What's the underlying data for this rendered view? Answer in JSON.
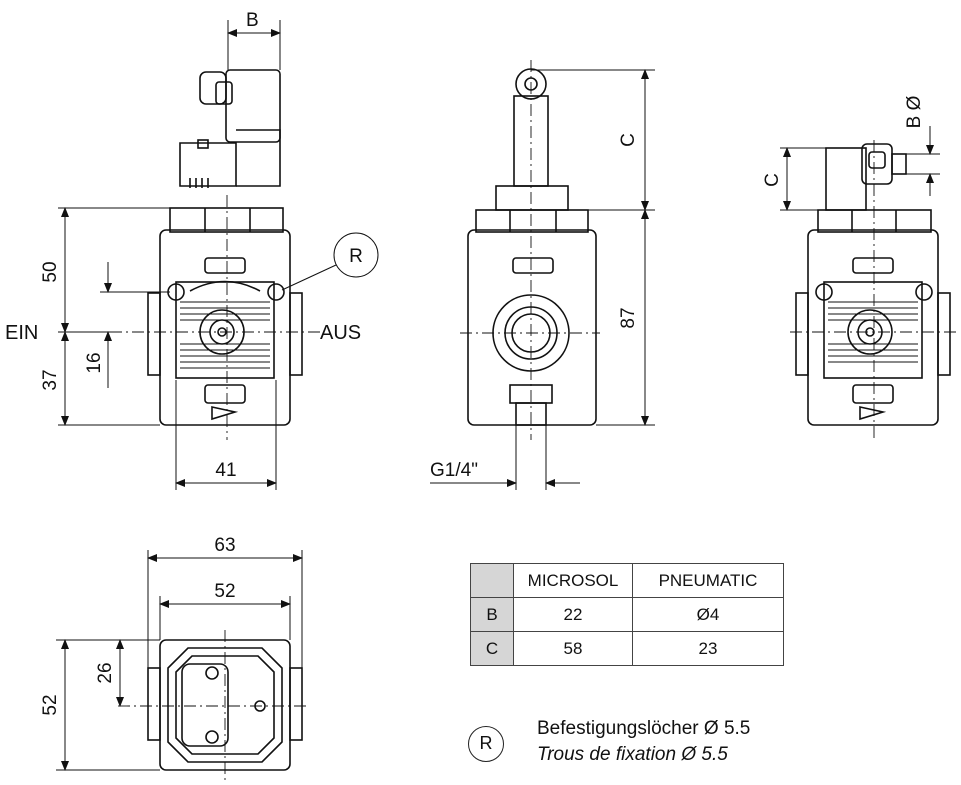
{
  "views": {
    "front": {
      "dim_b": "B",
      "dim_50": "50",
      "dim_37": "37",
      "dim_16": "16",
      "dim_41": "41",
      "label_in": "EIN",
      "label_out": "AUS",
      "mount_marker": "R"
    },
    "side": {
      "dim_c": "C",
      "dim_87": "87",
      "thread": "G1/4\""
    },
    "pneumatic": {
      "dim_b_dia": "B Ø",
      "dim_c": "C"
    },
    "bottom": {
      "dim_63": "63",
      "dim_52_top": "52",
      "dim_26": "26",
      "dim_52_left": "52"
    }
  },
  "table": {
    "headers": [
      "",
      "MICROSOL",
      "PNEUMATIC"
    ],
    "rows": [
      [
        "B",
        "22",
        "Ø4"
      ],
      [
        "C",
        "58",
        "23"
      ]
    ]
  },
  "note": {
    "symbol": "R",
    "line_de": "Befestigungslöcher Ø 5.5",
    "line_fr": "Trous de fixation Ø 5.5"
  }
}
